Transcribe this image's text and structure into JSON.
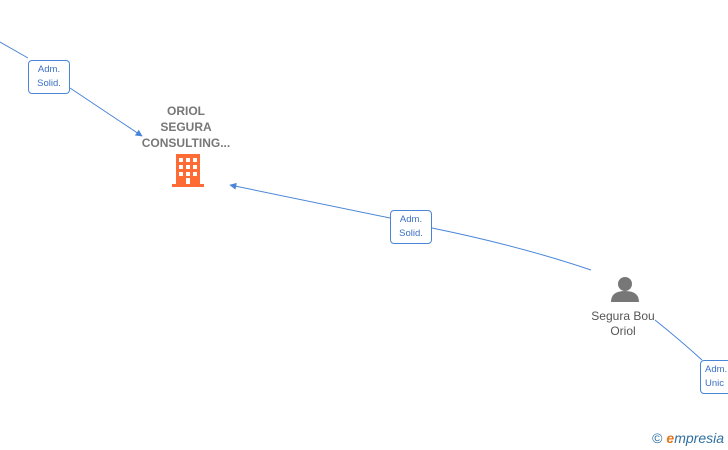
{
  "nodes": {
    "company": {
      "name_lines": [
        "ORIOL",
        "SEGURA",
        "CONSULTING..."
      ],
      "icon": "building-icon",
      "color": "#ff6b35"
    },
    "person": {
      "name_lines": [
        "Segura Bou",
        "Oriol"
      ],
      "icon": "person-icon",
      "color": "#777777"
    }
  },
  "edges": [
    {
      "label_lines": [
        "Adm.",
        "Solid."
      ]
    },
    {
      "label_lines": [
        "Adm.",
        "Solid."
      ]
    },
    {
      "label_lines": [
        "Adm.",
        "Unic"
      ]
    }
  ],
  "colors": {
    "edge": "#4a86d8",
    "label_text": "#3a6fc4"
  },
  "watermark": {
    "copyright": "©",
    "brand_initial": "e",
    "brand_rest": "mpresia"
  }
}
